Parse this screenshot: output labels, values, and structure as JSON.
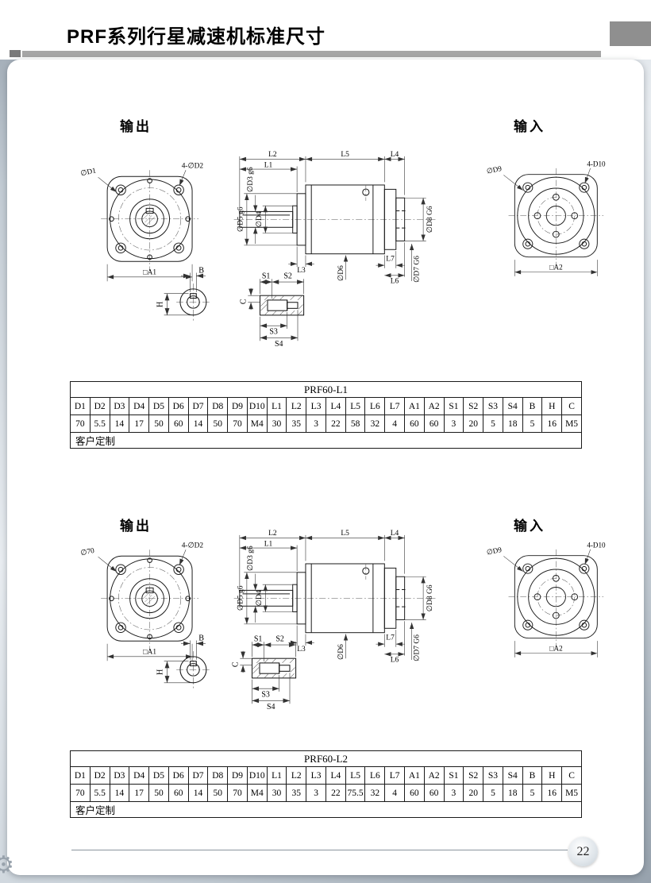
{
  "page": {
    "title": "PRF系列行星减速机标准尺寸",
    "page_number": "22"
  },
  "sections": [
    {
      "output_label": "输出",
      "input_label": "输入",
      "front": {
        "dia": "∅D1",
        "holes": "4-∅D2",
        "square": "□A1",
        "b": "B",
        "h": "H"
      },
      "side": {
        "l1": "L1",
        "l2": "L2",
        "l3": "L3",
        "l4": "L4",
        "l5": "L5",
        "l6": "L6",
        "l7": "L7",
        "d3": "∅D3 g6",
        "d4": "∅D4",
        "d5": "∅D5 g6",
        "d6": "∅D6",
        "d7": "∅D7 G6",
        "d8": "∅D8 G6"
      },
      "detail": {
        "s1": "S1",
        "s2": "S2",
        "s3": "S3",
        "s4": "S4",
        "c": "C"
      },
      "rear": {
        "dia": "∅D9",
        "holes": "4-D10",
        "square": "□A2"
      },
      "table": {
        "title": "PRF60-L1",
        "headers": [
          "D1",
          "D2",
          "D3",
          "D4",
          "D5",
          "D6",
          "D7",
          "D8",
          "D9",
          "D10",
          "L1",
          "L2",
          "L3",
          "L4",
          "L5",
          "L6",
          "L7",
          "A1",
          "A2",
          "S1",
          "S2",
          "S3",
          "S4",
          "B",
          "H",
          "C"
        ],
        "values": [
          "70",
          "5.5",
          "14",
          "17",
          "50",
          "60",
          "14",
          "50",
          "70",
          "M4",
          "30",
          "35",
          "3",
          "22",
          "58",
          "32",
          "4",
          "60",
          "60",
          "3",
          "20",
          "5",
          "18",
          "5",
          "16",
          "M5"
        ],
        "note": "客户定制"
      }
    },
    {
      "output_label": "输出",
      "input_label": "输入",
      "front": {
        "dia": "∅70",
        "holes": "4-∅D2",
        "square": "□A1",
        "b": "B",
        "h": "H"
      },
      "side": {
        "l1": "L1",
        "l2": "L2",
        "l3": "L3",
        "l4": "L4",
        "l5": "L5",
        "l6": "L6",
        "l7": "L7",
        "d3": "∅D3 g6",
        "d4": "∅D4",
        "d5": "∅D5 g6",
        "d6": "∅D6",
        "d7": "∅D7 G6",
        "d8": "∅D8 G6"
      },
      "detail": {
        "s1": "S1",
        "s2": "S2",
        "s3": "S3",
        "s4": "S4",
        "c": "C"
      },
      "rear": {
        "dia": "∅D9",
        "holes": "4-D10",
        "square": "□A2"
      },
      "table": {
        "title": "PRF60-L2",
        "headers": [
          "D1",
          "D2",
          "D3",
          "D4",
          "D5",
          "D6",
          "D7",
          "D8",
          "D9",
          "D10",
          "L1",
          "L2",
          "L3",
          "L4",
          "L5",
          "L6",
          "L7",
          "A1",
          "A2",
          "S1",
          "S2",
          "S3",
          "S4",
          "B",
          "H",
          "C"
        ],
        "values": [
          "70",
          "5.5",
          "14",
          "17",
          "50",
          "60",
          "14",
          "50",
          "70",
          "M4",
          "30",
          "35",
          "3",
          "22",
          "75.5",
          "32",
          "4",
          "60",
          "60",
          "3",
          "20",
          "5",
          "18",
          "5",
          "16",
          "M5"
        ],
        "note": "客户定制"
      }
    }
  ]
}
